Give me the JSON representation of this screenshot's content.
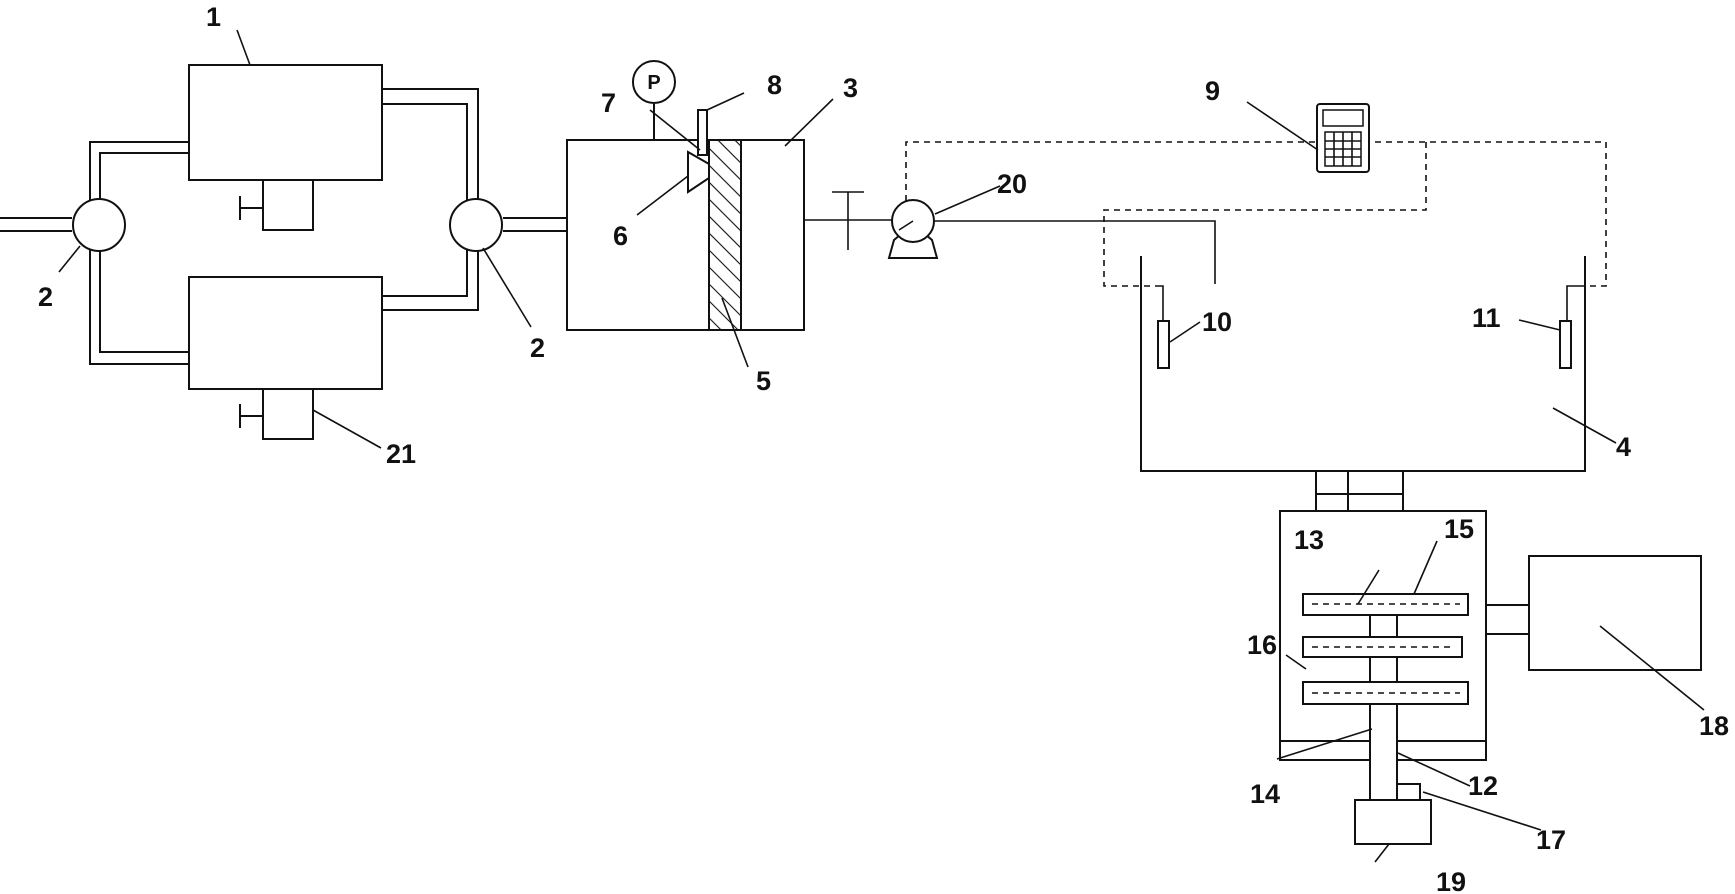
{
  "gauge_symbol": "P",
  "labels": {
    "l1": "1",
    "l2a": "2",
    "l2b": "2",
    "l3": "3",
    "l4": "4",
    "l5": "5",
    "l6": "6",
    "l7": "7",
    "l8": "8",
    "l9": "9",
    "l10": "10",
    "l11": "11",
    "l12": "12",
    "l13": "13",
    "l14": "14",
    "l15": "15",
    "l16": "16",
    "l17": "17",
    "l18": "18",
    "l19": "19",
    "l20": "20",
    "l21": "21"
  }
}
